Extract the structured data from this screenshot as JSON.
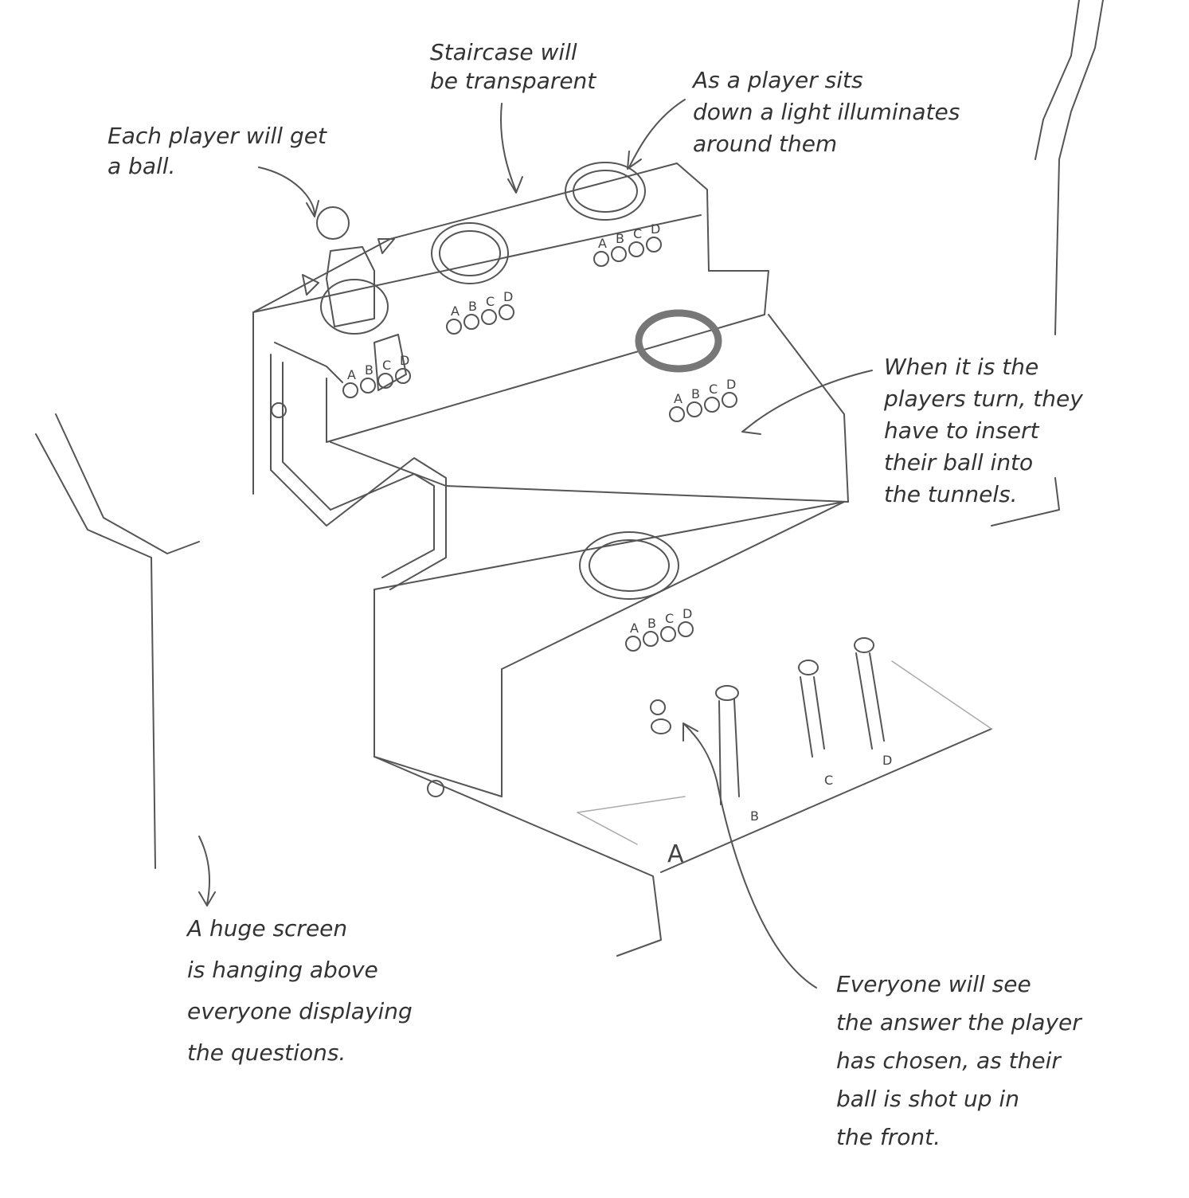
{
  "notes": {
    "staircase": [
      "Staircase will",
      "be transparent"
    ],
    "ball": [
      "Each player will get",
      "a ball."
    ],
    "light": [
      "As a player sits",
      "down a light illuminates",
      "around them"
    ],
    "turn": [
      "When it is the",
      "players turn, they",
      "have to insert",
      "their ball into",
      "the tunnels."
    ],
    "screen": [
      "A huge screen",
      "is hanging above",
      "everyone displaying",
      "the questions."
    ],
    "answer": [
      "Everyone will see",
      "the answer the player",
      "has chosen, as their",
      "ball is shot up in",
      "the front."
    ]
  },
  "answer_labels": [
    "A",
    "B",
    "C",
    "D"
  ]
}
